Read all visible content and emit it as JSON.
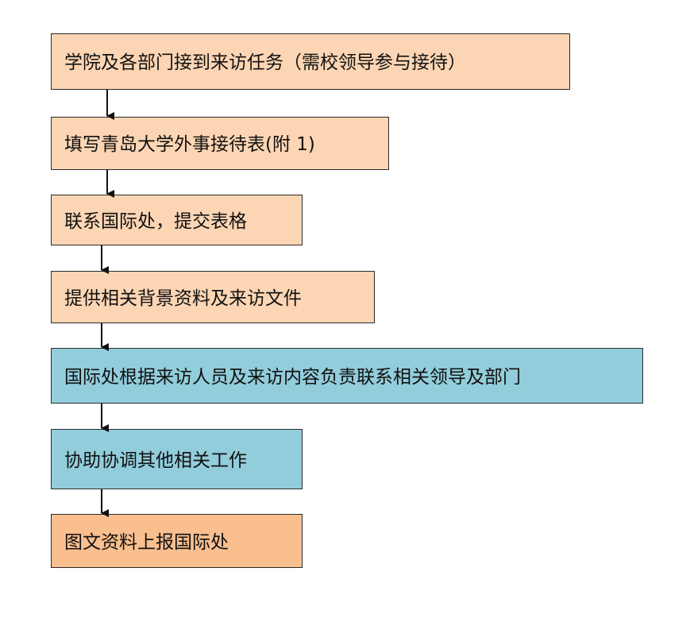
{
  "colors": {
    "peach": "#fcd5b4",
    "blue": "#92cddc",
    "orange": "#fabf8f",
    "border": "#2b2b2b",
    "arrow": "#111111"
  },
  "steps": [
    {
      "text": "学院及各部门接到来访任务（需校领导参与接待）",
      "color": "peach"
    },
    {
      "text": "填写青岛大学外事接待表(附 1)",
      "color": "peach"
    },
    {
      "text": "联系国际处，提交表格",
      "color": "peach"
    },
    {
      "text": "提供相关背景资料及来访文件",
      "color": "peach"
    },
    {
      "text": "国际处根据来访人员及来访内容负责联系相关领导及部门",
      "color": "blue"
    },
    {
      "text": "协助协调其他相关工作",
      "color": "blue"
    },
    {
      "text": "图文资料上报国际处",
      "color": "orange"
    }
  ]
}
